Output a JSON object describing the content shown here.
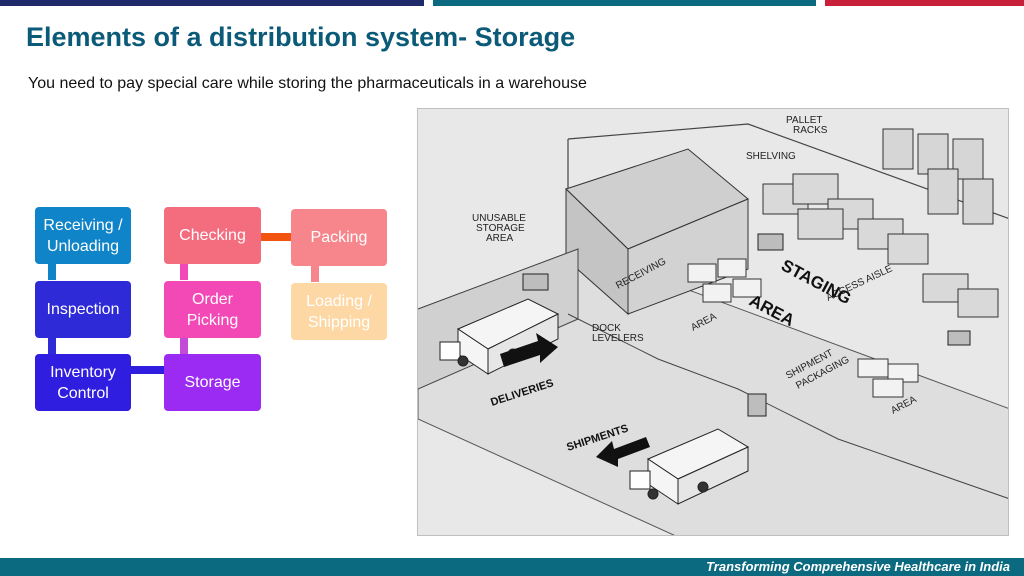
{
  "header": {
    "title": "Elements of a distribution system- Storage",
    "subtitle": "You need to pay special care while storing the pharmaceuticals in a warehouse"
  },
  "flow": {
    "receiving": "Receiving / Unloading",
    "inspection": "Inspection",
    "inventory_control": "Inventory Control",
    "checking": "Checking",
    "order_picking": "Order Picking",
    "storage": "Storage",
    "packing": "Packing",
    "loading_shipping": "Loading / Shipping"
  },
  "illustration": {
    "labels": {
      "pallet_racks": "PALLET RACKS",
      "shelving": "SHELVING",
      "unusable_storage_1": "UNUSABLE",
      "unusable_storage_2": "STORAGE",
      "unusable_storage_3": "AREA",
      "receiving": "RECEIVING",
      "staging": "STAGING",
      "area": "AREA",
      "access_aisle": "ACCESS AISLE",
      "dock_levelers_1": "DOCK",
      "dock_levelers_2": "LEVELERS",
      "receiving_area": "AREA",
      "shipment_packaging_1": "SHIPMENT",
      "shipment_packaging_2": "PACKAGING",
      "shipment_area": "AREA",
      "deliveries": "DELIVERIES",
      "shipments": "SHIPMENTS"
    }
  },
  "footer": {
    "text": "Transforming Comprehensive Healthcare in India"
  },
  "colors": {
    "bar_navy": "#1f2a6b",
    "bar_teal": "#0b6a80",
    "bar_red": "#c8203a",
    "title": "#0b5a78",
    "receiving_box": "#0f84c8",
    "inspection_box": "#2e2ad8",
    "inventory_box": "#2f1de0",
    "checking_box": "#f46d7f",
    "order_picking_box": "#f249b6",
    "storage_box": "#9b2bf2",
    "packing_box": "#f7868c",
    "loading_box": "#fdd8a5"
  }
}
